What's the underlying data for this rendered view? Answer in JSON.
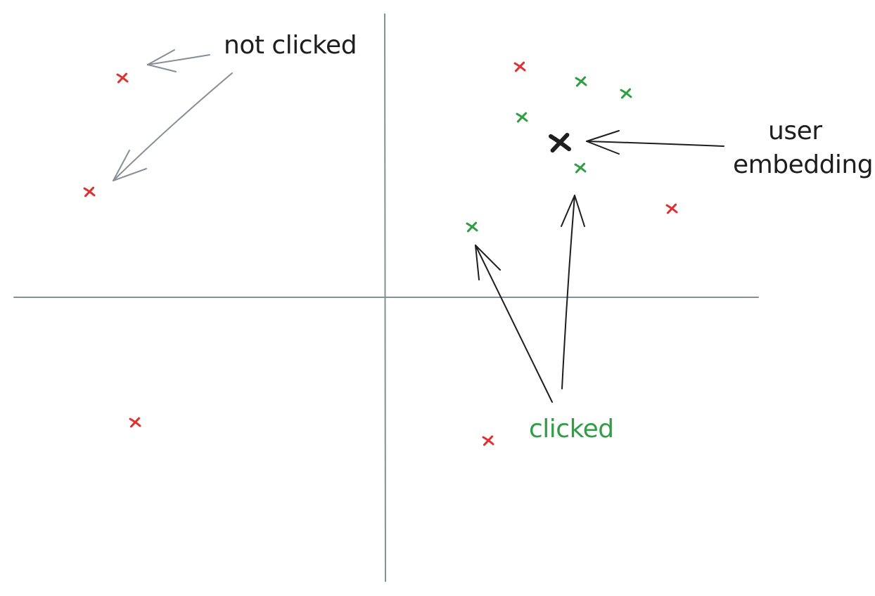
{
  "labels": {
    "not_clicked": "not clicked",
    "user_line1": "user",
    "user_line2": "embedding",
    "clicked": "clicked"
  },
  "colors": {
    "axis": "#868e96",
    "not_clicked": "#e03131",
    "clicked": "#2f9e44",
    "user": "#1e1e1e",
    "arrow_dark": "#1e1e1e",
    "arrow_gray": "#868e96",
    "text_dark": "#1e1e1e",
    "text_green": "#2f9e44"
  },
  "points": [
    {
      "group": "not-clicked"
    },
    {
      "group": "not-clicked"
    },
    {
      "group": "not-clicked"
    },
    {
      "group": "not-clicked"
    },
    {
      "group": "not-clicked"
    },
    {
      "group": "not-clicked"
    },
    {
      "group": "clicked"
    },
    {
      "group": "clicked"
    },
    {
      "group": "clicked"
    },
    {
      "group": "clicked"
    },
    {
      "group": "clicked"
    },
    {
      "group": "user"
    }
  ]
}
